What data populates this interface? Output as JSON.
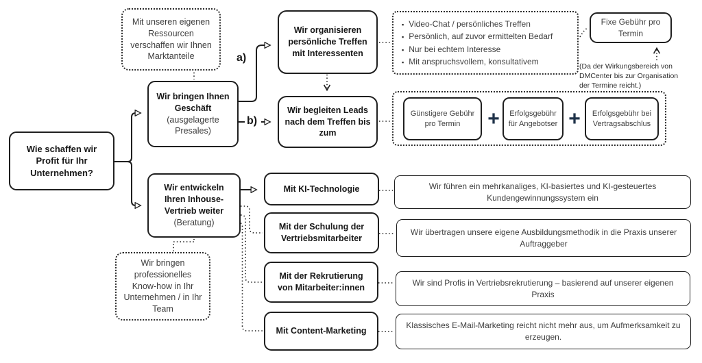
{
  "diagram": {
    "root": {
      "text": "Wie schaffen wir Profit für Ihr Unternehmen?"
    },
    "note_top_left": {
      "text": "Mit unseren eigenen Ressourcen verschaffen wir Ihnen Marktanteile"
    },
    "note_bottom_left": {
      "text": "Wir bringen professionelles Know-how in Ihr Unternehmen / in Ihr Team"
    },
    "branch_business": {
      "title": "Wir bringen Ihnen Geschäft",
      "subtitle": "(ausgelagerte Presales)"
    },
    "branch_consulting": {
      "title": "Wir entwickeln Ihren Inhouse-Vertrieb weiter",
      "subtitle": "(Beratung)"
    },
    "label_a": "a)",
    "label_b": "b)",
    "meetings": {
      "title": "Wir organisieren persönliche Treffen mit Interessenten"
    },
    "meeting_features": {
      "bullet": "▪",
      "items": [
        "Video-Chat / persönliches Treffen",
        "Persönlich, auf zuvor ermittelten Bedarf",
        "Nur bei echtem Interesse",
        "Mit anspruchsvollem, konsultativem"
      ]
    },
    "fixed_fee": {
      "text": "Fixe Gebühr pro Termin"
    },
    "fixed_fee_note": {
      "text": "(Da der Wirkungsbereich von DMCenter bis zur Organisation der Termine reicht.)"
    },
    "leads": {
      "title": "Wir begleiten Leads nach dem Treffen bis zum"
    },
    "fees": {
      "plus": "+",
      "items": [
        "Günstigere Gebühr pro Termin",
        "Erfolgsgebühr für Angebotser",
        "Erfolgsgebühr bei Vertragsabschlus"
      ]
    },
    "methods": [
      {
        "label": "Mit KI-Technologie",
        "description": "Wir führen ein mehrkanaliges, KI-basiertes und KI-gesteuertes Kundengewinnungssystem ein"
      },
      {
        "label": "Mit der Schulung der Vertriebsmitarbeiter",
        "description": "Wir übertragen unsere eigene Ausbildungsmethodik in die Praxis unserer Auftraggeber"
      },
      {
        "label": "Mit der Rekrutierung von Mitarbeiter:innen",
        "description": "Wir sind Profis in Vertriebsrekrutierung – basierend auf unserer eigenen Praxis"
      },
      {
        "label": "Mit Content-Marketing",
        "description": "Klassisches E-Mail-Marketing reicht nicht mehr aus, um Aufmerksamkeit zu erzeugen."
      }
    ]
  },
  "colors": {
    "border": "#1f1f1f",
    "text": "#3e3e3e",
    "bold_text": "#181818",
    "plus": "#1f3249",
    "background": "#ffffff"
  }
}
